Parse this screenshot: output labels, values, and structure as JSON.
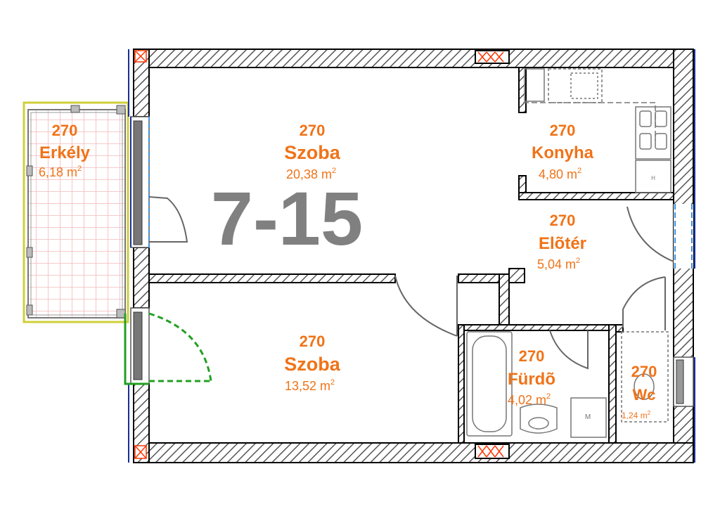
{
  "unit_label": "7-15",
  "rooms": [
    {
      "id": "erkely",
      "height": "270",
      "name": "Erkély",
      "area": "6,18 m",
      "area_sup": "2"
    },
    {
      "id": "szoba1",
      "height": "270",
      "name": "Szoba",
      "area": "20,38 m",
      "area_sup": "2"
    },
    {
      "id": "konyha",
      "height": "270",
      "name": "Konyha",
      "area": "4,80 m",
      "area_sup": "2"
    },
    {
      "id": "eloter",
      "height": "270",
      "name": "Elõtér",
      "area": "5,04 m",
      "area_sup": "2"
    },
    {
      "id": "szoba2",
      "height": "270",
      "name": "Szoba",
      "area": "13,52 m",
      "area_sup": "2"
    },
    {
      "id": "furdo",
      "height": "270",
      "name": "Fürdõ",
      "area": "4,02 m",
      "area_sup": "2"
    },
    {
      "id": "wc",
      "height": "270",
      "name": "Wc",
      "area": "1,24 m",
      "area_sup": "2"
    }
  ],
  "fixtures": {
    "washer_label": "M",
    "fridge_label": "H"
  },
  "colors": {
    "label": "#f07318",
    "unit_label": "#808080",
    "wall_outline": "#000000",
    "balcony_grid": "#f4b8bc",
    "balcony_border": "#cfcf3a",
    "window": "#3b8fe0",
    "entrance_door": "#22a022",
    "vent": "#ff3300"
  }
}
